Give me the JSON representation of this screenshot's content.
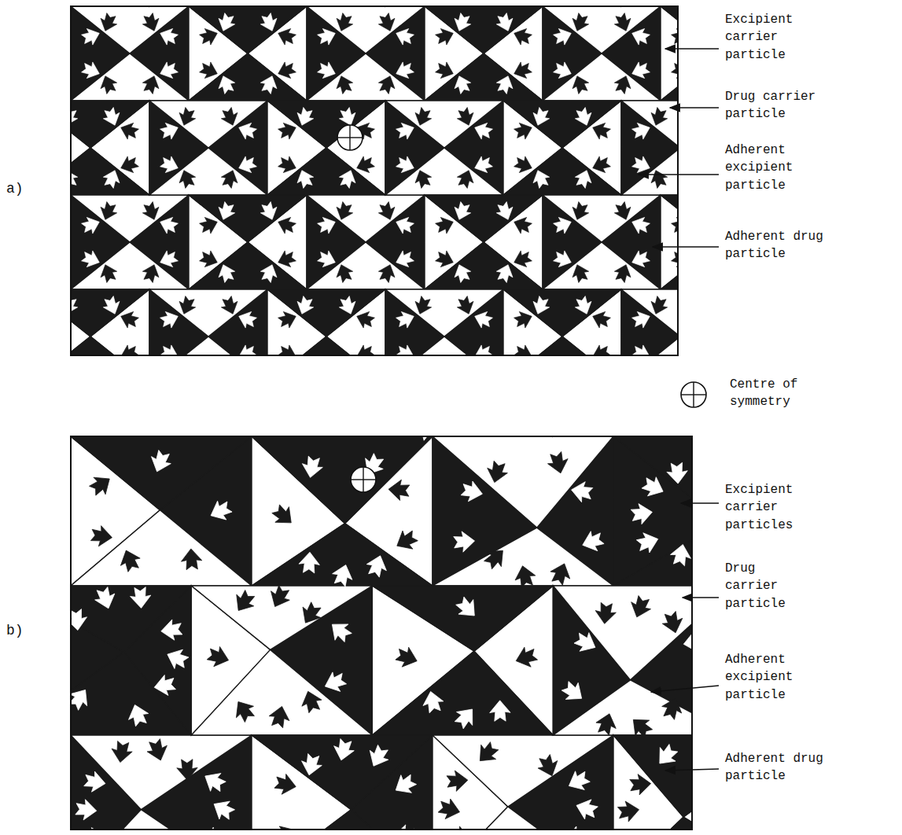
{
  "diagram": {
    "labels": [
      "a)",
      "Excipient carrier particle",
      "Drug carrier particle",
      "Adherent excipient particle",
      "Adherent drug particle",
      "Centre of symmetry",
      "b)",
      "Excipient carrier particles",
      "Drug carrier particle",
      "Adherent excipient particle",
      "Adherent drug particle"
    ]
  }
}
